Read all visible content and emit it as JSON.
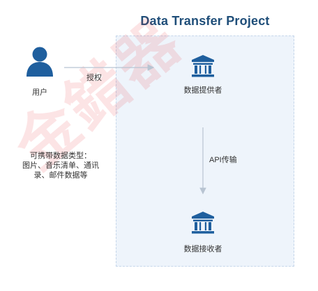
{
  "title": "Data Transfer Project",
  "watermark": "金錯器",
  "user": {
    "label": "用户",
    "icon": "user-icon"
  },
  "provider": {
    "label": "数据提供者",
    "icon": "bank-icon"
  },
  "receiver": {
    "label": "数据接收者",
    "icon": "bank-icon"
  },
  "edges": {
    "authorize": "授权",
    "transfer": "API传输"
  },
  "note": {
    "line1": "可携带数据类型：",
    "line2": "图片、音乐清单、通讯",
    "line3": "录、邮件数据等"
  },
  "colors": {
    "title": "#1f4e79",
    "icon": "#1f5f9e",
    "panel": "#eef4fb",
    "panel_border": "#c5d6ea",
    "arrow": "#b8c4d2",
    "watermark": "#e83e48"
  }
}
